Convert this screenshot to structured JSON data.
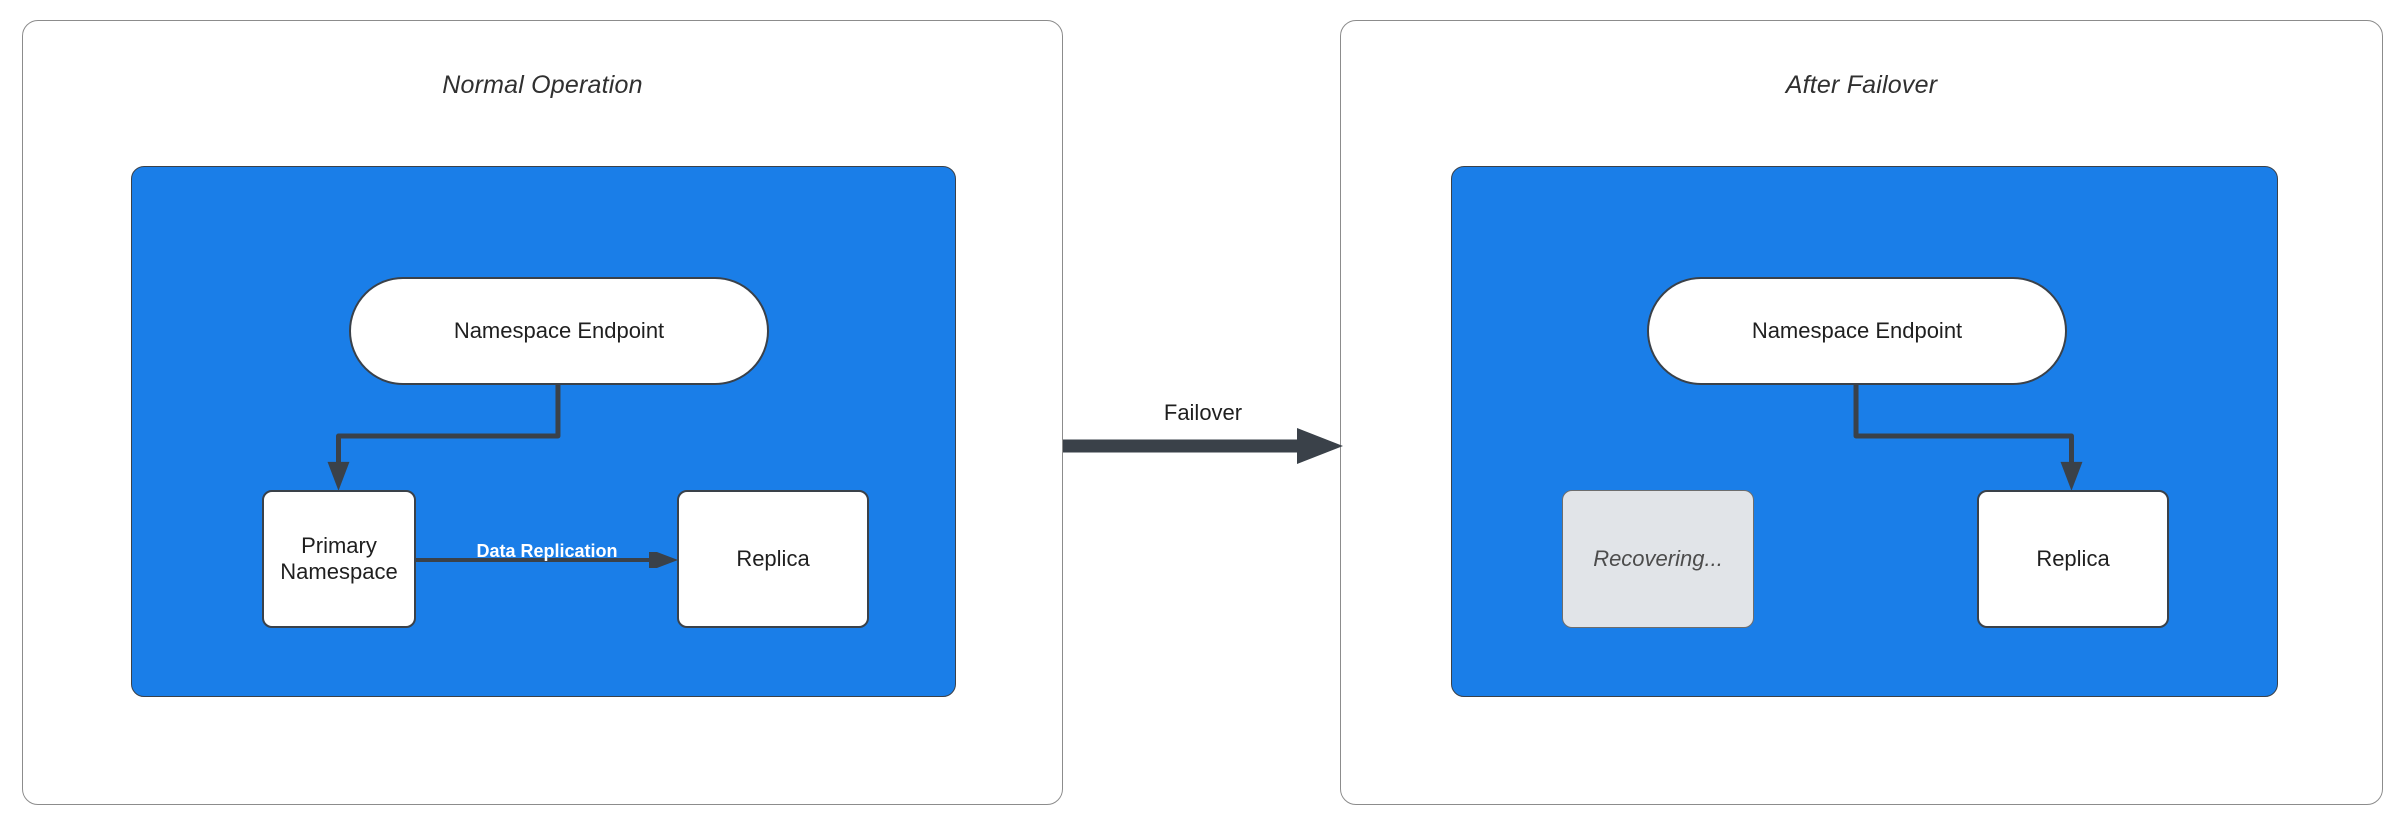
{
  "diagram": {
    "background_color": "#ffffff",
    "accent_color": "#1a7ee8",
    "stroke_color": "#3a4149",
    "ghost_color": "#e1e4e8"
  },
  "panels": [
    {
      "id": "normal-operation",
      "title": "Normal Operation",
      "cluster": {
        "color": "#1a7ee8",
        "nodes": [
          {
            "id": "endpoint",
            "label": "Namespace Endpoint",
            "shape": "pill",
            "state": "active"
          },
          {
            "id": "primary",
            "label": "Primary\nNamespace",
            "shape": "rect",
            "state": "active"
          },
          {
            "id": "replica",
            "label": "Replica",
            "shape": "rect",
            "state": "active"
          }
        ],
        "edges": [
          {
            "from": "endpoint",
            "to": "primary",
            "label": ""
          },
          {
            "from": "primary",
            "to": "replica",
            "label": "Data Replication"
          }
        ]
      }
    },
    {
      "id": "after-failover",
      "title": "After Failover",
      "cluster": {
        "color": "#1a7ee8",
        "nodes": [
          {
            "id": "endpoint",
            "label": "Namespace Endpoint",
            "shape": "pill",
            "state": "active"
          },
          {
            "id": "recovering",
            "label": "Recovering...",
            "shape": "rect",
            "state": "ghost"
          },
          {
            "id": "replica",
            "label": "Replica",
            "shape": "rect",
            "state": "active"
          }
        ],
        "edges": [
          {
            "from": "endpoint",
            "to": "replica",
            "label": ""
          }
        ]
      }
    }
  ],
  "transition": {
    "label": "Failover",
    "direction": "left-to-right",
    "color": "#3a4149"
  },
  "labels": {
    "primary_line1": "Primary",
    "primary_line2": "Namespace",
    "endpoint": "Namespace Endpoint",
    "replica": "Replica",
    "recovering": "Recovering...",
    "data_replication": "Data Replication",
    "failover": "Failover",
    "title_left": "Normal Operation",
    "title_right": "After Failover"
  }
}
